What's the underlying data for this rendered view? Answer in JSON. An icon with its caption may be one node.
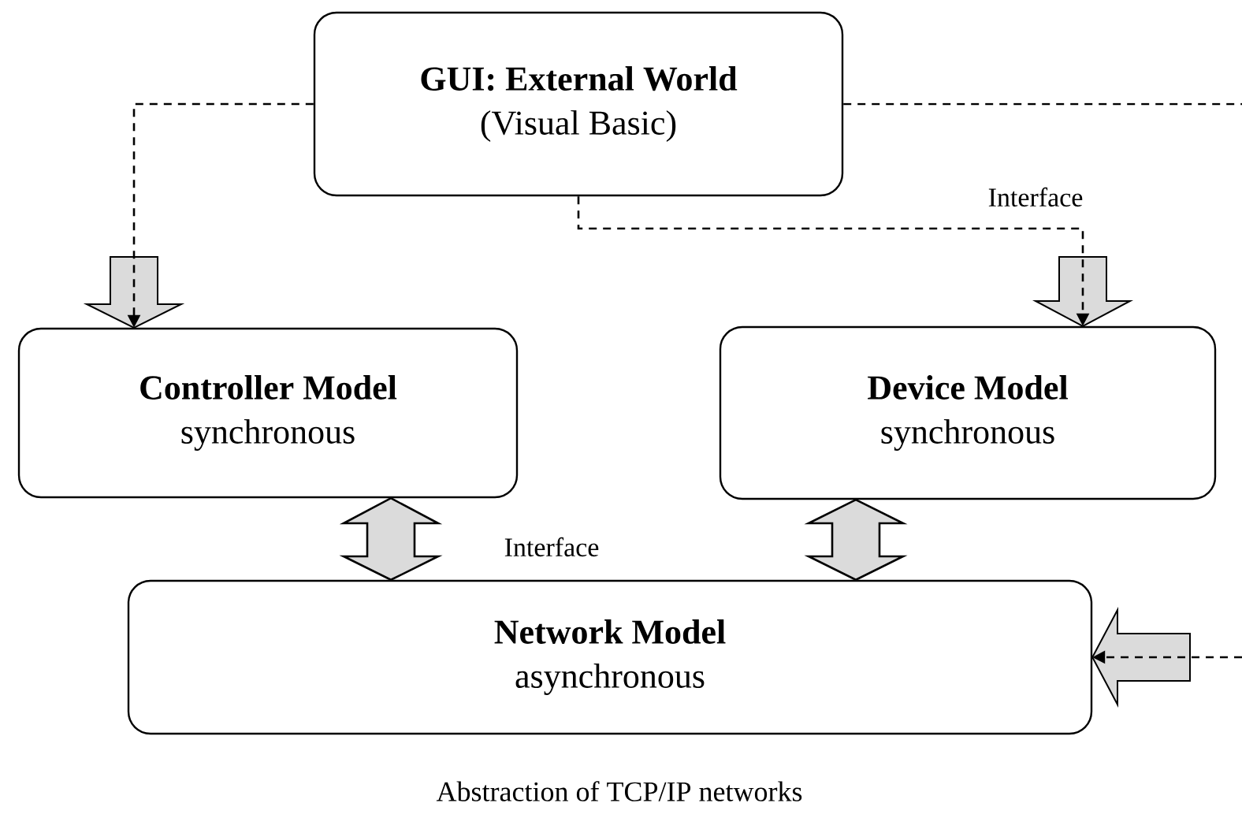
{
  "diagram": {
    "caption": "Abstraction of TCP/IP networks",
    "nodes": [
      {
        "text": [
          "GUI: External World",
          "(Visual Basic)"
        ]
      },
      {
        "text": [
          "Controller Model",
          "synchronous"
        ]
      },
      {
        "text": [
          "Device Model",
          "synchronous"
        ]
      },
      {
        "text": [
          "Network Model",
          "asynchronous"
        ]
      }
    ],
    "edges": [
      {
        "from": 0,
        "to": 1,
        "arrow": "to",
        "style": "dashed"
      },
      {
        "from": 0,
        "to": 2,
        "arrow": "to",
        "style": "dashed",
        "label": "Interface"
      },
      {
        "from": 1,
        "to": 3,
        "arrow": "both",
        "label": "Interface"
      },
      {
        "from": 2,
        "to": 3,
        "arrow": "both"
      },
      {
        "from": 0,
        "to": null,
        "arrow": "none",
        "style": "dashed"
      },
      {
        "from": null,
        "to": 3,
        "arrow": "to",
        "style": "dashed"
      }
    ]
  }
}
